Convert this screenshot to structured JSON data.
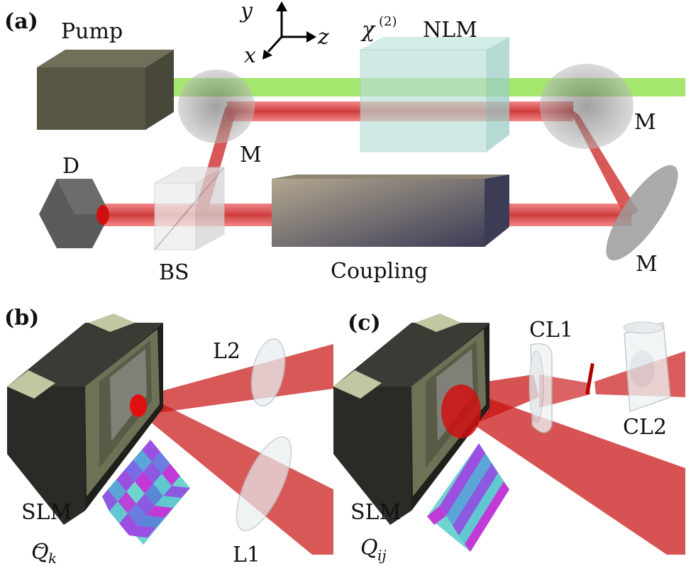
{
  "panel_a": {
    "tag": "(a)",
    "axes": {
      "y": "y",
      "z": "z",
      "x": "x"
    },
    "pump": "Pump",
    "nlm_chi": "χ",
    "nlm_sup": "(2)",
    "nlm": "NLM",
    "mirror": "M",
    "detector": "D",
    "beam_splitter": "BS",
    "coupling": "Coupling"
  },
  "panel_b": {
    "tag": "(b)",
    "lens2": "L2",
    "lens1": "L1",
    "slm": "SLM",
    "mask_symbol": "Q",
    "mask_sub": "k",
    "mask_accent": "~"
  },
  "panel_c": {
    "tag": "(c)",
    "cyl_lens1": "CL1",
    "cyl_lens2": "CL2",
    "slm": "SLM",
    "mask_symbol": "Q",
    "mask_sub": "ij"
  },
  "colors": {
    "beam_red": "#d81818",
    "beam_green": "#8fe04a",
    "pump_box": "#55553f",
    "slm_body": "#2b2b27",
    "slm_frame": "#6f7156",
    "slm_pad": "#c3c6a3",
    "crystal": "#a9d8d2",
    "coupling_light": "#a99e86",
    "coupling_dark": "#3d3d57",
    "mirror_gray": "#8d8d8d"
  }
}
